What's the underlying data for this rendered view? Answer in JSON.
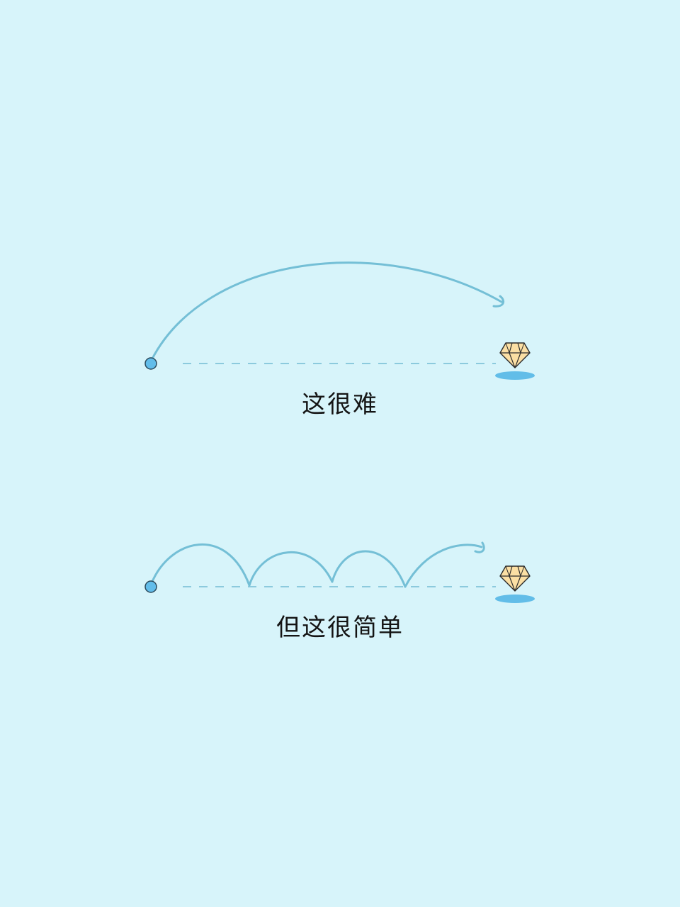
{
  "colors": {
    "background": "#d7f4fa",
    "arc_stroke": "#74bfd6",
    "dashed_line": "#8ccadd",
    "start_dot_fill": "#62bdea",
    "start_dot_stroke": "#2a4a5c",
    "diamond_fill": "#fbdfa4",
    "diamond_stroke": "#2b2b2b",
    "shadow": "#62bde8",
    "text": "#141414"
  },
  "panels": [
    {
      "id": "hard-path",
      "caption": "这很难",
      "description": "one long single leap from the start point to the diamond",
      "jumps": 1
    },
    {
      "id": "easy-path",
      "caption": "但这很简单",
      "description": "several small hops from the start point to the diamond",
      "jumps": 4
    }
  ]
}
